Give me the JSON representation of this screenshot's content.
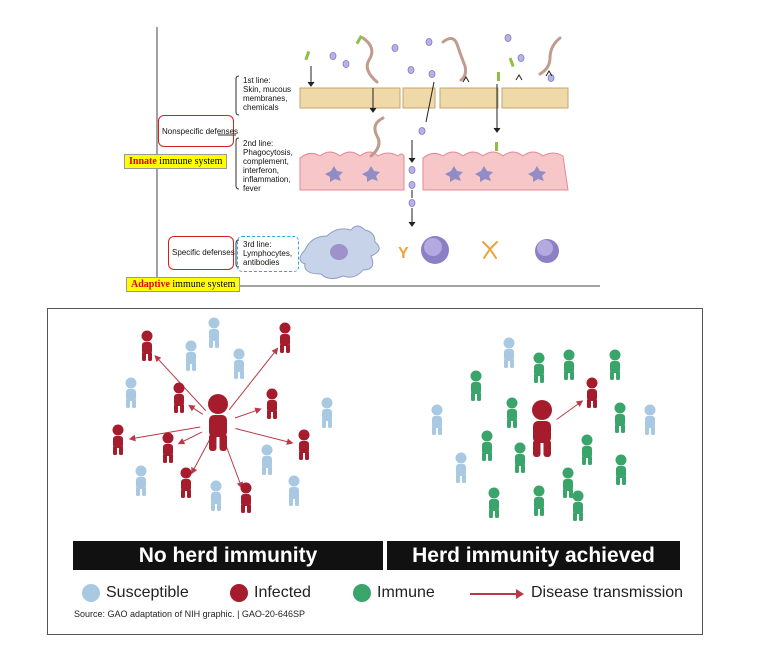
{
  "immune_diagram": {
    "first_line": "1st line:\nSkin, mucous\nmembranes,\nchemicals",
    "second_line": "2nd line:\nPhagocytosis,\ncomplement,\ninterferon,\ninflammation,\nfever",
    "third_line": "3rd line:\nLymphocytes,\nantibodies",
    "nonspecific": "Nonspecific defenses",
    "specific": "Specific defenses",
    "innate_word": "Innate",
    "innate_rest": " immune system",
    "adaptive_word": "Adaptive",
    "adaptive_rest": " immune system"
  },
  "herd": {
    "banner_left": "No herd immunity",
    "banner_right": "Herd immunity achieved",
    "legend": {
      "susceptible": "Susceptible",
      "infected": "Infected",
      "immune": "Immune",
      "transmission": "Disease transmission"
    },
    "source": "Source: GAO adaptation of NIH graphic.  |  GAO-20-646SP"
  },
  "colors": {
    "susceptible": "#a9c8e2",
    "infected": "#a51c2c",
    "immune": "#3aa56a",
    "transmission": "#b83a48",
    "skin": "#efd9a9",
    "tissue": "#f7c6c8"
  }
}
